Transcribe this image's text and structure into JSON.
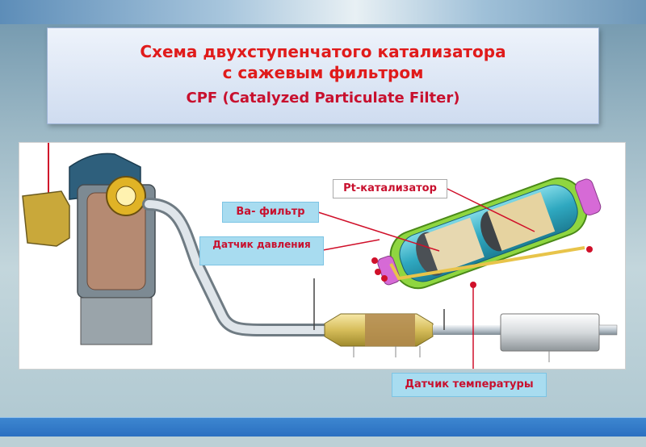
{
  "title": {
    "line1": "Схема двухступенчатого катализатора",
    "line2": "с сажевым фильтром",
    "subtitle": "CPF (Catalyzed Particulate Filter)"
  },
  "callouts": {
    "pt_catalyst": "Pt-катализатор",
    "ba_filter": "Ba- фильтр",
    "pressure_sensor": "Датчик давления",
    "temperature_sensor": "Датчик температуры"
  },
  "colors": {
    "title_text": "#e01b1b",
    "callout_text": "#c8102e",
    "callout_bg": "#a8dcf0",
    "leader_line": "#d0102a",
    "blue_stripe": "#2a6fc0"
  }
}
